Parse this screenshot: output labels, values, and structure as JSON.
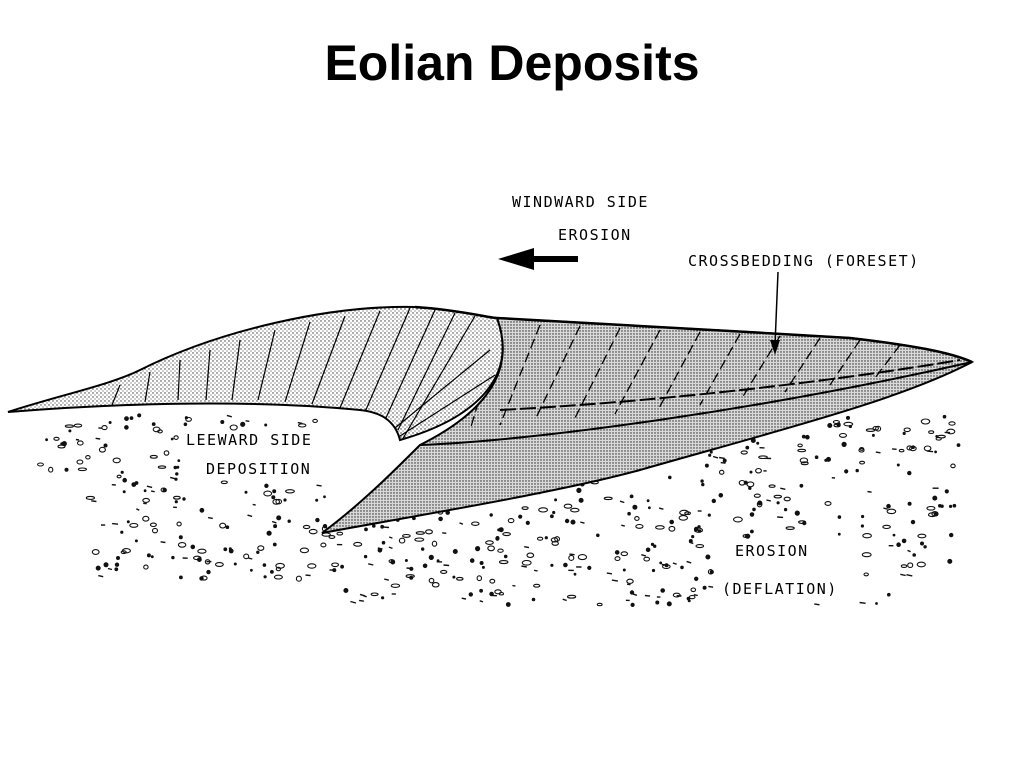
{
  "slide": {
    "title": "Eolian Deposits"
  },
  "diagram": {
    "labels": {
      "windward_line1": "WINDWARD SIDE",
      "windward_line2": "EROSION",
      "crossbedding": "CROSSBEDDING (FORESET)",
      "leeward_line1": "LEEWARD SIDE",
      "leeward_line2": "DEPOSITION",
      "erosion_line1": "EROSION",
      "erosion_line2": "(DEFLATION)"
    }
  }
}
